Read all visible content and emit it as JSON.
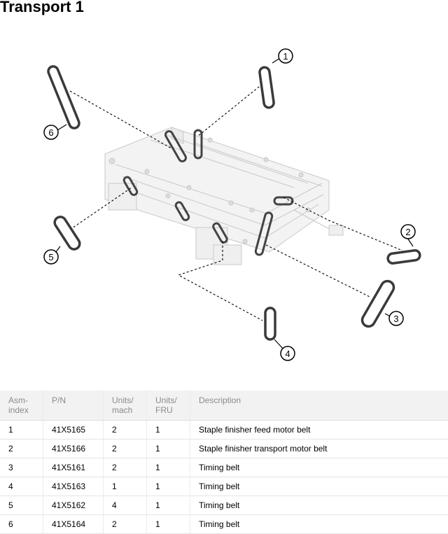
{
  "page": {
    "title": "Transport 1"
  },
  "callouts": [
    "1",
    "2",
    "3",
    "4",
    "5",
    "6"
  ],
  "table": {
    "headers": [
      {
        "line1": "Asm-",
        "line2": "index"
      },
      {
        "line1": "P/N",
        "line2": ""
      },
      {
        "line1": "Units/",
        "line2": "mach"
      },
      {
        "line1": "Units/",
        "line2": "FRU"
      },
      {
        "line1": "Description",
        "line2": ""
      }
    ],
    "rows": [
      {
        "index": "1",
        "pn": "41X5165",
        "units_mach": "2",
        "units_fru": "1",
        "description": "Staple finisher feed motor belt"
      },
      {
        "index": "2",
        "pn": "41X5166",
        "units_mach": "2",
        "units_fru": "1",
        "description": "Staple finisher transport motor belt"
      },
      {
        "index": "3",
        "pn": "41X5161",
        "units_mach": "2",
        "units_fru": "1",
        "description": "Timing belt"
      },
      {
        "index": "4",
        "pn": "41X5163",
        "units_mach": "1",
        "units_fru": "1",
        "description": "Timing belt"
      },
      {
        "index": "5",
        "pn": "41X5162",
        "units_mach": "4",
        "units_fru": "1",
        "description": "Timing belt"
      },
      {
        "index": "6",
        "pn": "41X5164",
        "units_mach": "2",
        "units_fru": "1",
        "description": "Timing belt"
      }
    ]
  }
}
